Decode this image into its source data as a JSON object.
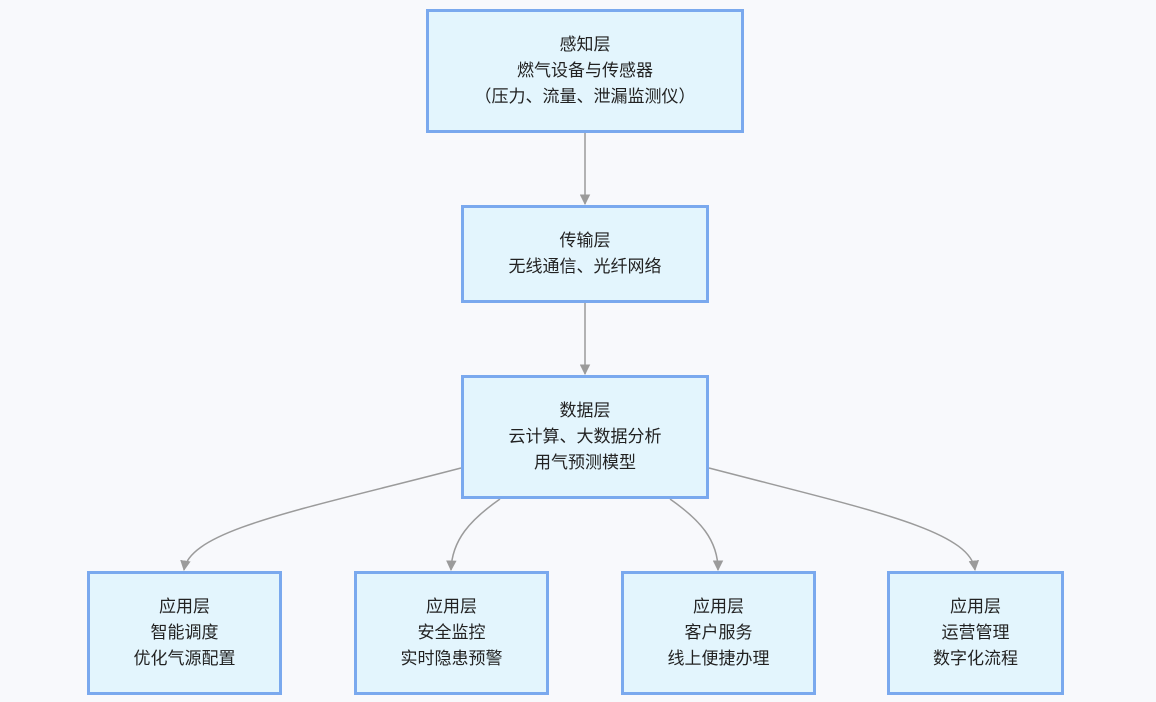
{
  "nodes": {
    "perception": {
      "lines": [
        "感知层",
        "燃气设备与传感器",
        "（压力、流量、泄漏监测仪）"
      ]
    },
    "transport": {
      "lines": [
        "传输层",
        "无线通信、光纤网络"
      ]
    },
    "data": {
      "lines": [
        "数据层",
        "云计算、大数据分析",
        "用气预测模型"
      ]
    },
    "app1": {
      "lines": [
        "应用层",
        "智能调度",
        "优化气源配置"
      ]
    },
    "app2": {
      "lines": [
        "应用层",
        "安全监控",
        "实时隐患预警"
      ]
    },
    "app3": {
      "lines": [
        "应用层",
        "客户服务",
        "线上便捷办理"
      ]
    },
    "app4": {
      "lines": [
        "应用层",
        "运营管理",
        "数字化流程"
      ]
    }
  },
  "edges": [
    [
      "perception",
      "transport"
    ],
    [
      "transport",
      "data"
    ],
    [
      "data",
      "app1"
    ],
    [
      "data",
      "app2"
    ],
    [
      "data",
      "app3"
    ],
    [
      "data",
      "app4"
    ]
  ],
  "colors": {
    "node_fill": "#e3f5fd",
    "node_border": "#7aa9ee",
    "edge": "#9b9b9b",
    "background": "#f8f9fc"
  }
}
